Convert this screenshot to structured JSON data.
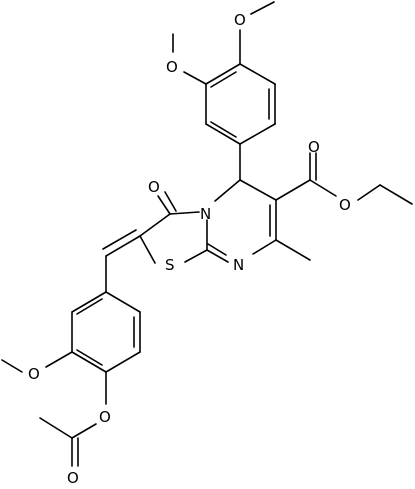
{
  "molecule": {
    "atoms": {
      "o_top_methoxy_4": "O",
      "o_top_methoxy_3": "O",
      "o_keto": "O",
      "n_ring": "N",
      "o_ester_carbonyl": "O",
      "o_ester_ether": "O",
      "s_ring": "S",
      "n_ring_2": "N",
      "o_lower_methoxy": "O",
      "o_acetoxy_ether": "O",
      "o_acetoxy_carbonyl": "O"
    }
  }
}
